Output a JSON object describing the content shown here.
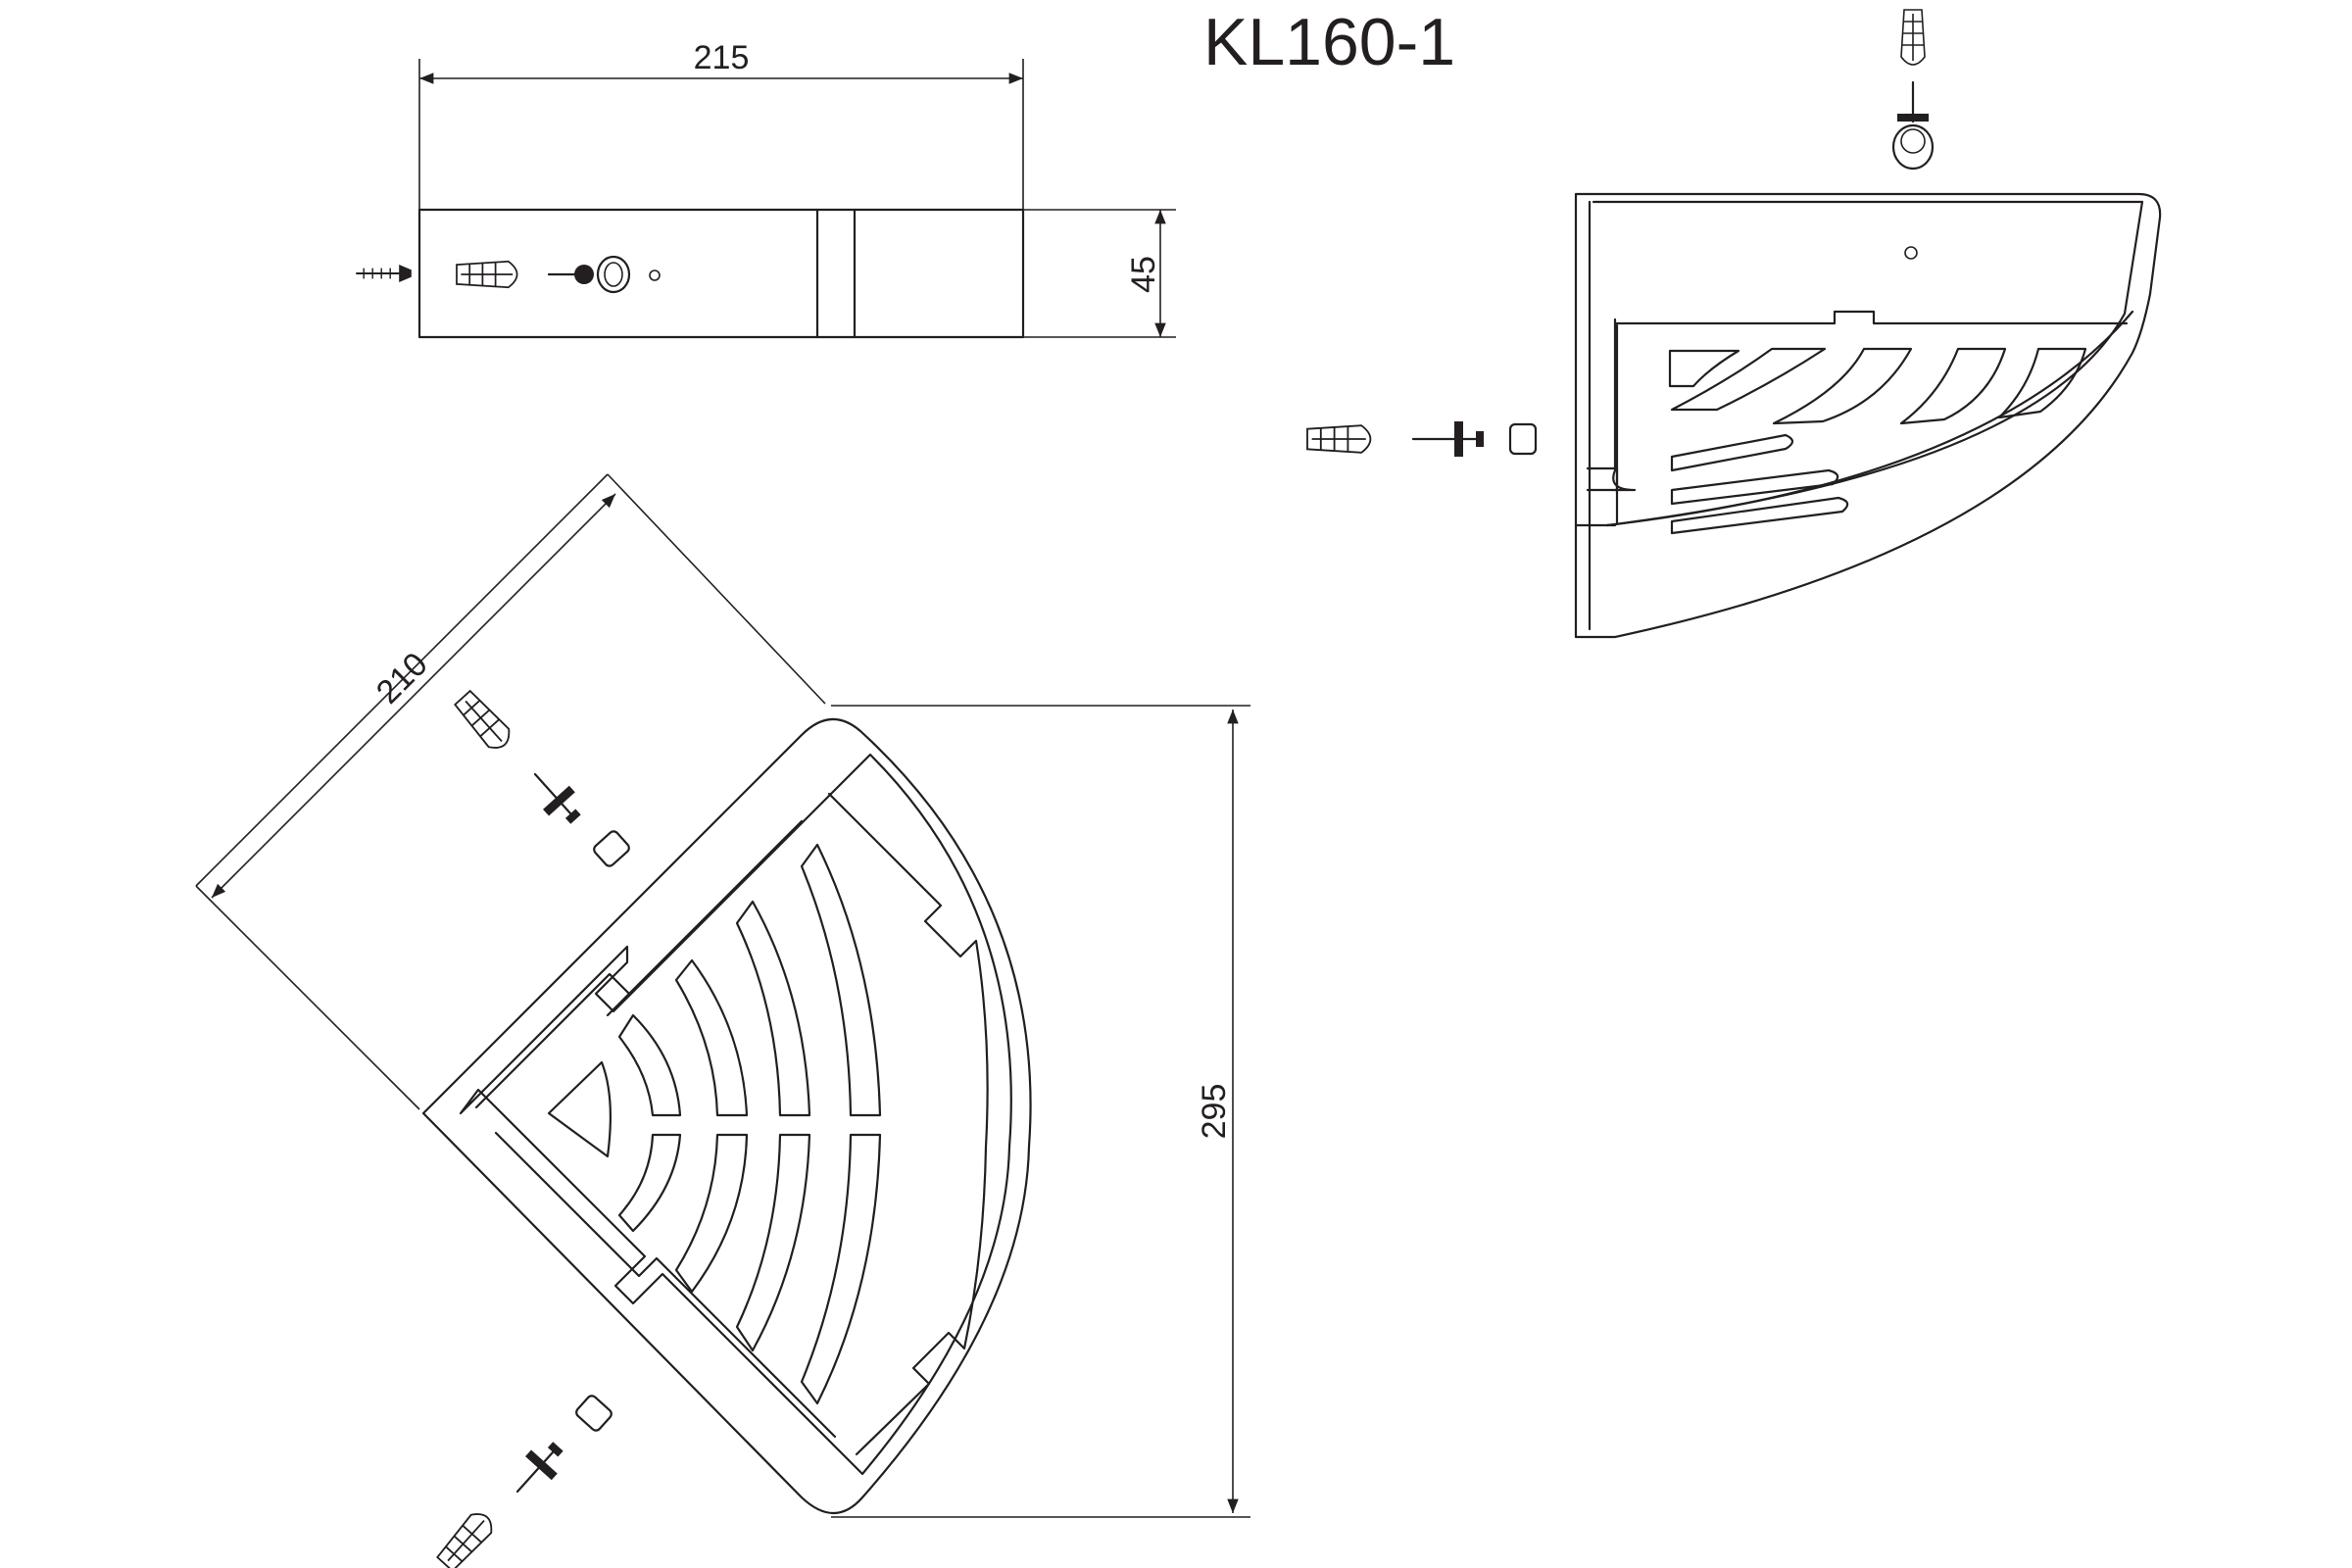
{
  "title": "KL160-1",
  "dimensions": {
    "width_top": "215",
    "height_side": "45",
    "diagonal_side": "210",
    "depth_plan": "295"
  },
  "colors": {
    "line": "#231f20",
    "background": "#ffffff"
  },
  "icons": [
    "wall-plug-icon",
    "screw-icon",
    "cap-icon",
    "mounting-knob-icon"
  ]
}
